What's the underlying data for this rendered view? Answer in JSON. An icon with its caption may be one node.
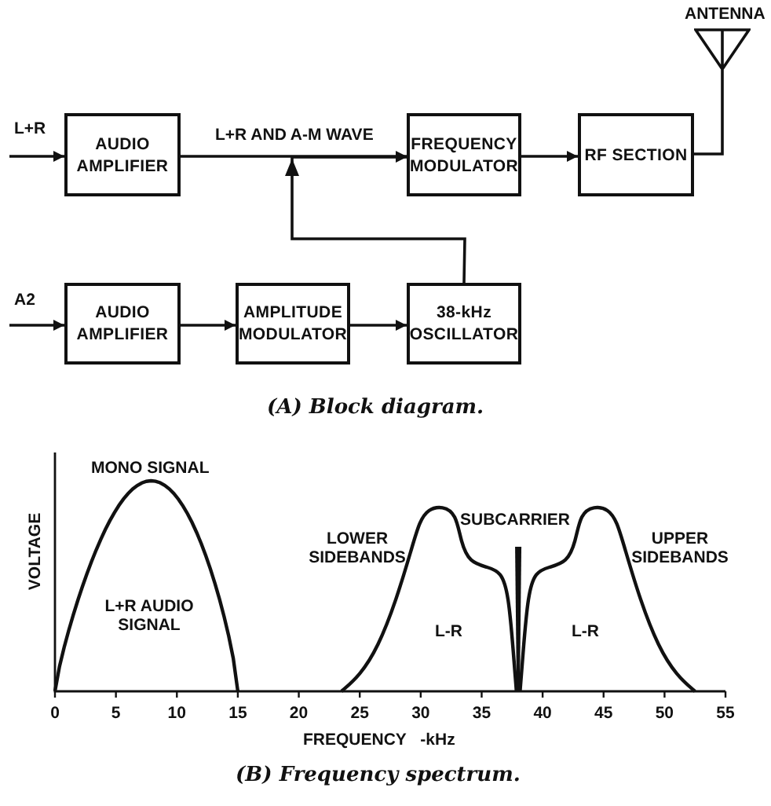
{
  "diagram": {
    "nodes": [
      {
        "text": [
          "AUDIO AMPLIFIER"
        ]
      },
      {
        "text": [
          "FREQUENCY MODULATOR"
        ]
      },
      {
        "text": [
          "RF SECTION"
        ]
      },
      {
        "text": [],
        "shape": "antenna",
        "beside": [
          "ANTENNA"
        ]
      },
      {
        "text": [
          "AUDIO AMPLIFIER"
        ]
      },
      {
        "text": [
          "AMPLITUDE MODULATOR"
        ]
      },
      {
        "text": [
          "38-kHz OSCILLATOR"
        ]
      }
    ],
    "edges": [
      {
        "from": null,
        "to": 0,
        "arrow": "to",
        "label": "L+R"
      },
      {
        "from": 0,
        "to": 1,
        "arrow": "to",
        "label": "L+R AND A-M WAVE"
      },
      {
        "from": 1,
        "to": 2,
        "arrow": "to"
      },
      {
        "from": 2,
        "to": 3,
        "arrow": "none"
      },
      {
        "from": null,
        "to": 4,
        "arrow": "to",
        "label": "A2"
      },
      {
        "from": 4,
        "to": 5,
        "arrow": "to"
      },
      {
        "from": 5,
        "to": 6,
        "arrow": "to"
      },
      {
        "from": 6,
        "to": 1,
        "arrow": "to"
      }
    ],
    "labels": [
      "(A) Block diagram.",
      "MONO SIGNAL",
      "SUBCARRIER",
      "LOWER SIDEBANDS",
      "UPPER SIDEBANDS",
      "VOLTAGE",
      "L+R AUDIO SIGNAL",
      "L-R",
      "L-R",
      "0",
      "5",
      "10",
      "15",
      "20",
      "25",
      "30",
      "35",
      "40",
      "45",
      "50",
      "55",
      "FREQUENCY -kHz",
      "(B) Frequency spectrum."
    ]
  }
}
